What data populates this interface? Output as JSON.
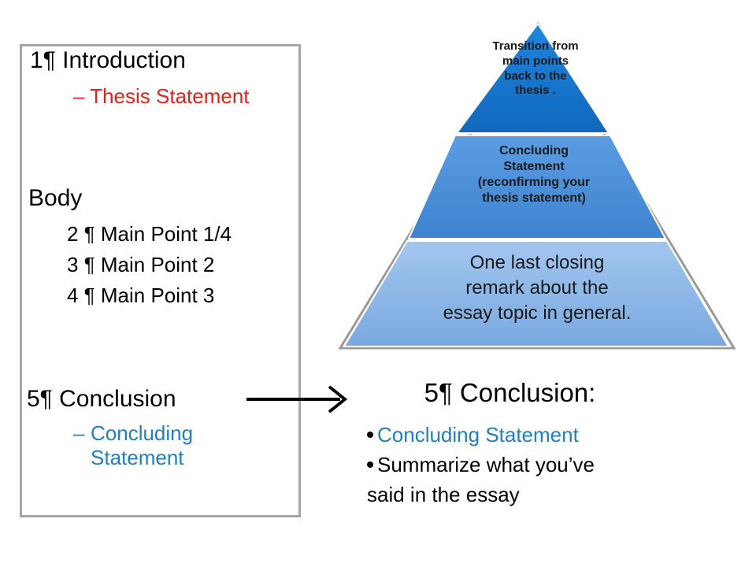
{
  "outline": {
    "intro": "1¶ Introduction",
    "thesis": "– Thesis Statement",
    "body": "Body",
    "points": [
      "2 ¶ Main Point 1/4",
      "3 ¶ Main Point 2",
      "4 ¶ Main Point 3"
    ],
    "conclusion": "5¶ Conclusion",
    "concluding_dash": "–",
    "concluding_line1": "Concluding",
    "concluding_line2": "Statement"
  },
  "pyramid": {
    "top": [
      "Transition from",
      "main points",
      "back to the",
      "thesis ."
    ],
    "middle": [
      "Concluding",
      "Statement",
      "(reconfirming your",
      "thesis statement)"
    ],
    "bottom": [
      "One last closing",
      "remark about the",
      "essay topic in general."
    ],
    "colors": {
      "top": "#1677cf",
      "middle": "#4d90dc",
      "bottom": "#8bb7ea"
    }
  },
  "conclusion_panel": {
    "title": "5¶ Conclusion:",
    "bullet1": "Concluding Statement",
    "bullet2_line1": "Summarize what you’ve",
    "bullet2_line2": "said in the essay"
  },
  "colors": {
    "thesis": "#e8201a",
    "concluding": "#1f7fc4",
    "box_border": "#a6a6a6"
  }
}
